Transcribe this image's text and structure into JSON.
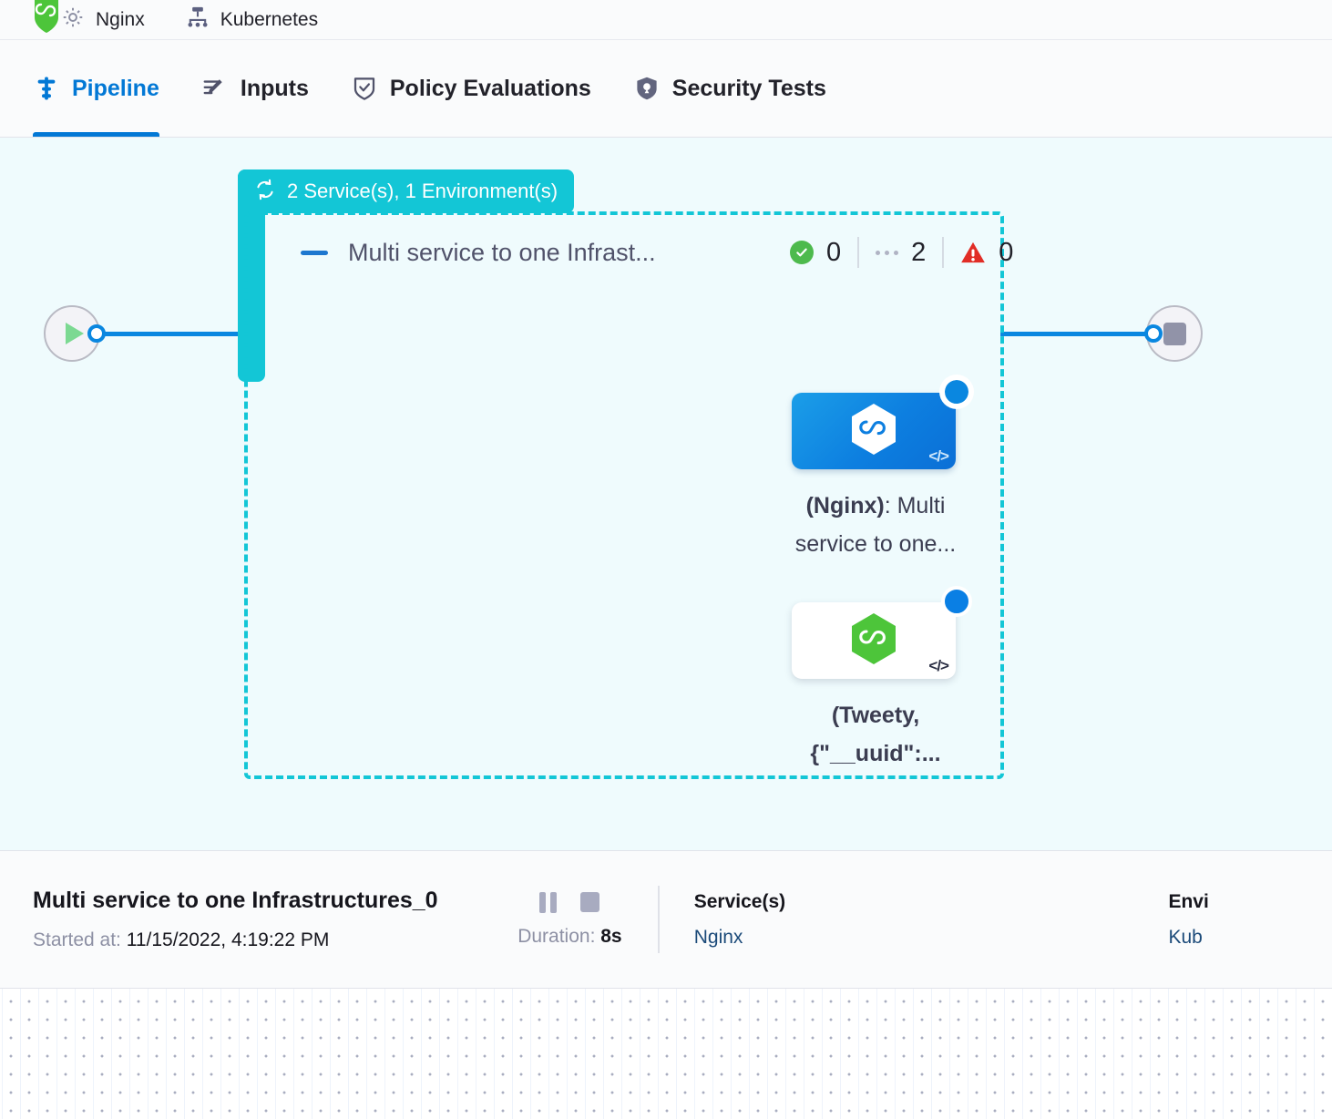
{
  "breadcrumb": {
    "logo_icon": "harness-shield-icon",
    "items": [
      {
        "icon": "gear-icon",
        "label": "Nginx"
      },
      {
        "icon": "infrastructure-icon",
        "label": "Kubernetes"
      }
    ]
  },
  "tabs": [
    {
      "id": "pipeline",
      "icon": "pipeline-icon",
      "label": "Pipeline",
      "active": true
    },
    {
      "id": "inputs",
      "icon": "inputs-icon",
      "label": "Inputs",
      "active": false
    },
    {
      "id": "policy-evaluations",
      "icon": "policy-shield-icon",
      "label": "Policy Evaluations",
      "active": false
    },
    {
      "id": "security-tests",
      "icon": "security-icon",
      "label": "Security Tests",
      "active": false
    }
  ],
  "canvas": {
    "background_color": "#effbfd",
    "start_node": {
      "icon": "play-icon"
    },
    "end_node": {
      "icon": "stop-icon"
    },
    "group": {
      "badge_icon": "loop-icon",
      "badge_label": "2 Service(s), 1 Environment(s)",
      "accent_color": "#13c6d6",
      "collapse_icon": "collapse-dash-icon",
      "title": "Multi service to one Infrast...",
      "status": [
        {
          "icon": "check-circle-icon",
          "color": "#4dba4d",
          "count": "0"
        },
        {
          "icon": "dots-icon",
          "color": "#b0b3c4",
          "count": "2"
        },
        {
          "icon": "warning-triangle-icon",
          "color": "#e53935",
          "count": "0"
        }
      ],
      "nodes": [
        {
          "id": "nginx-node",
          "card_style": "blue",
          "logo_icon": "harness-hexagon-icon",
          "code_icon": "code-icon",
          "badge_icon": "spinner-icon",
          "label_bold": "(Nginx)",
          "label_rest": ": Multi service to one..."
        },
        {
          "id": "tweety-node",
          "card_style": "white",
          "logo_icon": "harness-hexagon-green-icon",
          "code_icon": "code-icon",
          "badge_icon": "running-dot-icon",
          "label_bold": "(Tweety, {\"__uuid\":...",
          "label_rest": ""
        }
      ]
    }
  },
  "info_panel": {
    "title": "Multi service to one Infrastructures_0",
    "started_label": "Started at:",
    "started_value": "11/15/2022, 4:19:22 PM",
    "pause_icon": "pause-icon",
    "stop_icon": "stop-icon",
    "duration_label": "Duration:",
    "duration_value": "8s",
    "services": {
      "title": "Service(s)",
      "value": "Nginx"
    },
    "environments": {
      "title": "Envi",
      "value": "Kub"
    }
  }
}
